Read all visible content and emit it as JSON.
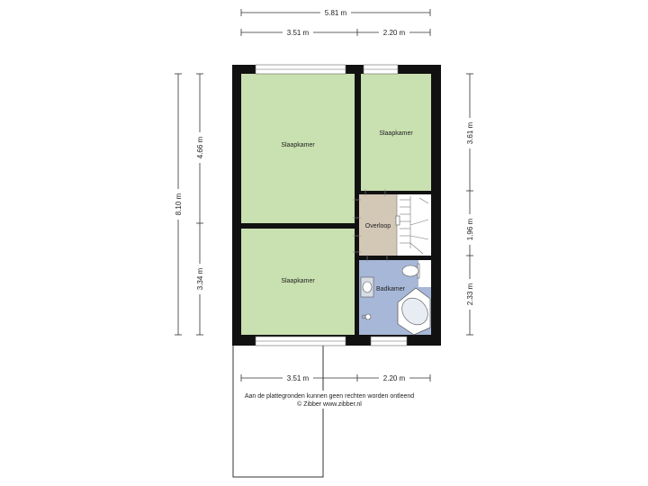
{
  "dimensions": {
    "top_total": "5.81 m",
    "top_left": "3.51 m",
    "top_right": "2.20 m",
    "left_total": "8.10 m",
    "left_upper": "4.66 m",
    "left_lower": "3.34 m",
    "right_upper": "3.61 m",
    "right_middle": "1.96 m",
    "right_lower": "2.33 m",
    "bottom_left": "3.51 m",
    "bottom_right": "2.20 m"
  },
  "rooms": {
    "bedroom_top_left": "Slaapkamer",
    "bedroom_top_right": "Slaapkamer",
    "bedroom_bottom_left": "Slaapkamer",
    "landing": "Overloop",
    "bathroom": "Badkamer"
  },
  "disclaimer": {
    "line1": "Aan de plattegronden kunnen geen rechten worden ontleend",
    "line2": "© Zibber www.zibber.nl"
  },
  "colors": {
    "wall": "#111111",
    "bedroom": "#c9e0b0",
    "landing": "#d3c7b6",
    "bathroom": "#a7b7d8"
  }
}
